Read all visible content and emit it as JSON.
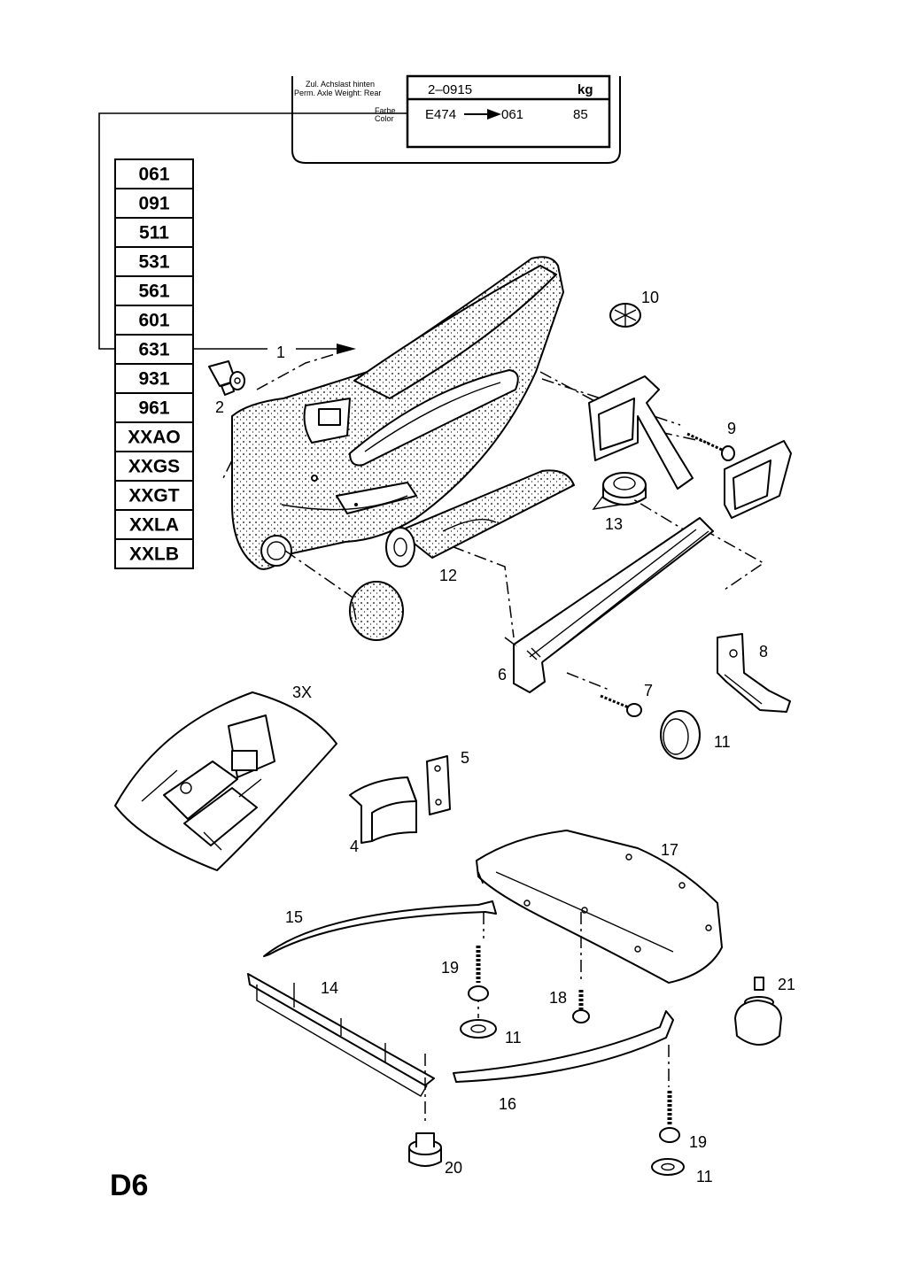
{
  "plate": {
    "axle_label_de": "Zul. Achslast hinten",
    "axle_label_en": "Perm. Axle Weight: Rear",
    "axle_value": "2–0915",
    "unit": "kg",
    "color_label_de": "Farbe",
    "color_label_en": "Color",
    "color_from": "E474",
    "color_to": "061",
    "color_code": "85"
  },
  "color_codes": [
    "061",
    "091",
    "511",
    "531",
    "561",
    "601",
    "631",
    "931",
    "961",
    "XXAO",
    "XXGS",
    "XXGT",
    "XXLA",
    "XXLB"
  ],
  "callouts": {
    "c1": "1",
    "c2": "2",
    "c3x": "3X",
    "c4": "4",
    "c5": "5",
    "c6": "6",
    "c7": "7",
    "c8": "8",
    "c9": "9",
    "c10": "10",
    "c11a": "11",
    "c11b": "11",
    "c11c": "11",
    "c12": "12",
    "c13": "13",
    "c14": "14",
    "c15": "15",
    "c16": "16",
    "c17": "17",
    "c18": "18",
    "c19a": "19",
    "c19b": "19",
    "c20": "20",
    "c21": "21"
  },
  "page_id": "D6"
}
